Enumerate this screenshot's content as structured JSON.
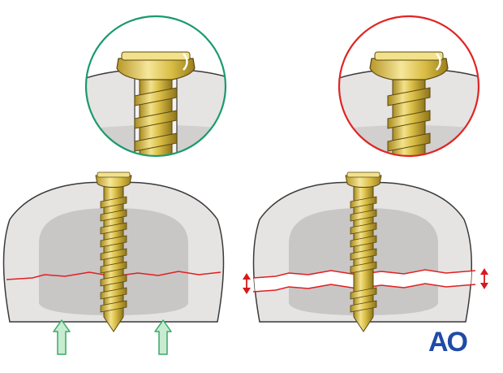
{
  "figure": {
    "panels": [
      {
        "id": "left",
        "inset_ring_color": "#1a9a6b",
        "fracture_gap_closed": true,
        "compression_arrows": "up",
        "arrow_fill": "#c8ecd0",
        "arrow_stroke": "#3aa76a"
      },
      {
        "id": "right",
        "inset_ring_color": "#e02424",
        "fracture_gap_closed": false,
        "gap_arrows": "double-vertical",
        "gap_arrow_color": "#d7191c"
      }
    ],
    "colors": {
      "bone_outer": "#e6e3e3",
      "bone_inner": "#c9c6c6",
      "outline": "#3a3a3a",
      "fracture_line": "#e02020",
      "screw_gold": "#d9bd45",
      "screw_light": "#f3e28c",
      "screw_dark": "#a88a1f"
    },
    "logo": {
      "text": "AO",
      "color": "#1f4aa8"
    }
  }
}
